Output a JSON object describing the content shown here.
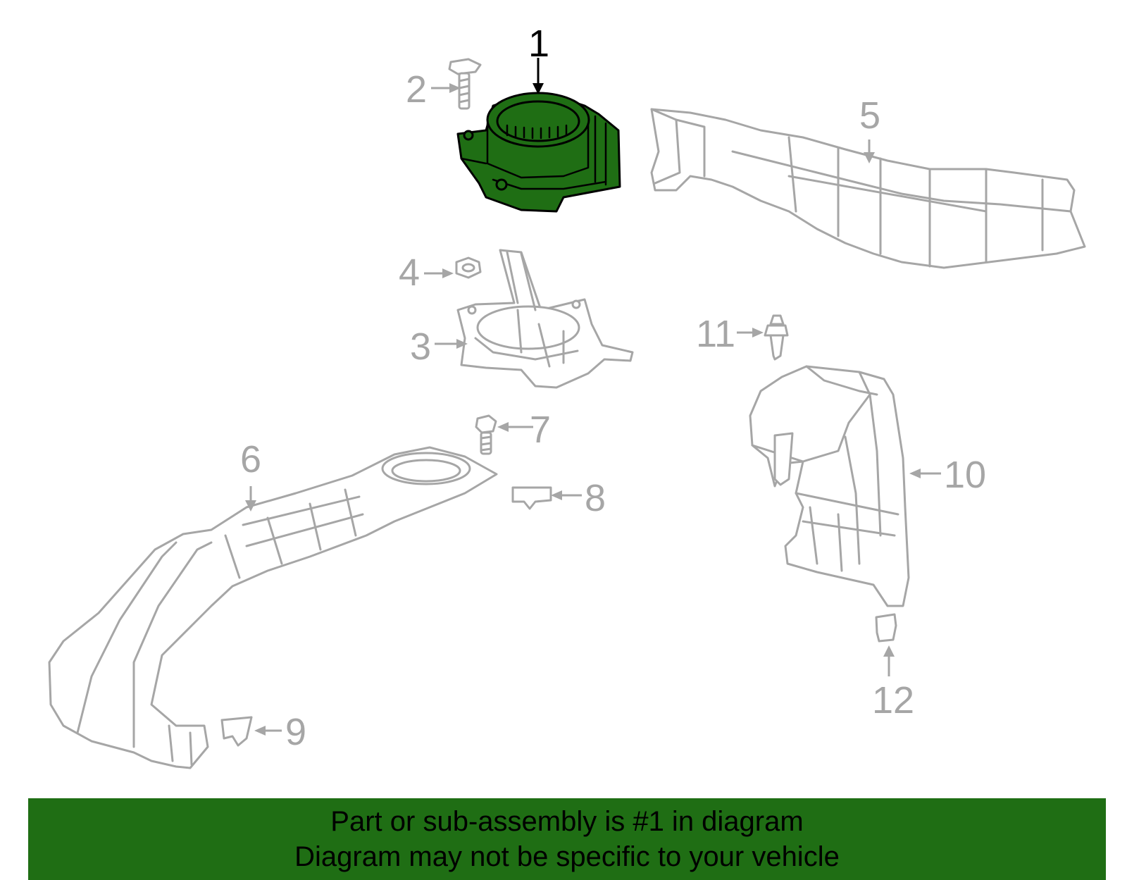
{
  "callouts": {
    "c1": "1",
    "c2": "2",
    "c3": "3",
    "c4": "4",
    "c5": "5",
    "c6": "6",
    "c7": "7",
    "c8": "8",
    "c9": "9",
    "c10": "10",
    "c11": "11",
    "c12": "12"
  },
  "highlighted_part": "1",
  "colors": {
    "highlight": "#1f6e14",
    "outline": "#a6a6a6",
    "banner": "#1f6e14"
  },
  "banner": {
    "line1": "Part or sub-assembly is #1 in diagram",
    "line2": "Diagram may not be specific to your vehicle"
  }
}
